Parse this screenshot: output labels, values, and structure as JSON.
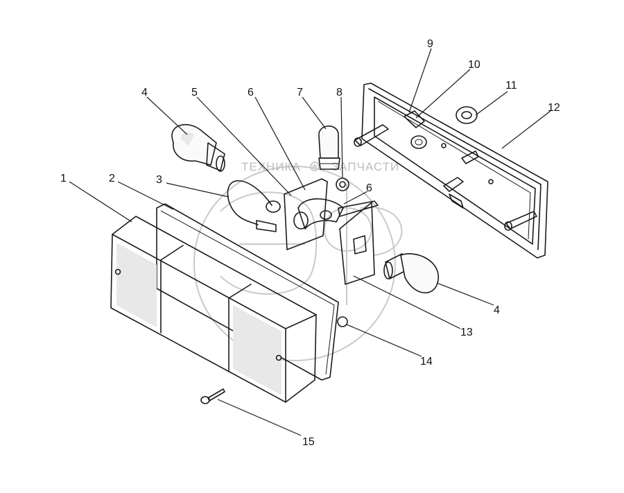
{
  "watermark": {
    "left_text": "ТЕХНИКА",
    "right_text": "ЗАПЧАСТИ",
    "logo_letters": "ЭФ"
  },
  "callouts": [
    {
      "id": "c1",
      "label": "1"
    },
    {
      "id": "c2",
      "label": "2"
    },
    {
      "id": "c3",
      "label": "3"
    },
    {
      "id": "c4a",
      "label": "4"
    },
    {
      "id": "c5",
      "label": "5"
    },
    {
      "id": "c6a",
      "label": "6"
    },
    {
      "id": "c6b",
      "label": "6"
    },
    {
      "id": "c7",
      "label": "7"
    },
    {
      "id": "c8",
      "label": "8"
    },
    {
      "id": "c9",
      "label": "9"
    },
    {
      "id": "c10",
      "label": "10"
    },
    {
      "id": "c11",
      "label": "11"
    },
    {
      "id": "c12",
      "label": "12"
    },
    {
      "id": "c4b",
      "label": "4"
    },
    {
      "id": "c13",
      "label": "13"
    },
    {
      "id": "c14",
      "label": "14"
    },
    {
      "id": "c15",
      "label": "15"
    }
  ]
}
